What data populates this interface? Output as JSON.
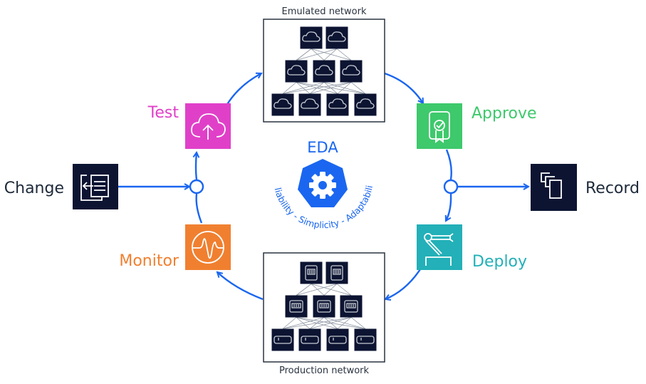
{
  "center": {
    "title": "EDA",
    "tagline": "Reliability - Simplicity - Adaptability",
    "color": "#1a66f0"
  },
  "networks": {
    "emulated": {
      "label": "Emulated network",
      "node_icon": "cloud-icon"
    },
    "production": {
      "label": "Production network",
      "node_icon": "server-icon"
    }
  },
  "stages": {
    "change": {
      "label": "Change",
      "color": "#0c1432",
      "text_color": "#1e2a3a",
      "icon": "document-import-icon"
    },
    "test": {
      "label": "Test",
      "color": "#e040c8",
      "text_color": "#e040c8",
      "icon": "cloud-upload-icon"
    },
    "approve": {
      "label": "Approve",
      "color": "#3ec96c",
      "text_color": "#3ec96c",
      "icon": "certificate-icon"
    },
    "record": {
      "label": "Record",
      "color": "#0c1432",
      "text_color": "#1e2a3a",
      "icon": "copies-icon"
    },
    "deploy": {
      "label": "Deploy",
      "color": "#23b0b8",
      "text_color": "#23b0b8",
      "icon": "robot-arm-icon"
    },
    "monitor": {
      "label": "Monitor",
      "color": "#f08030",
      "text_color": "#f08030",
      "icon": "pulse-icon"
    }
  },
  "colors": {
    "arrow": "#1a66f0",
    "node": "#0c1432",
    "frame": "#2a3340",
    "link": "#8a93a0"
  }
}
